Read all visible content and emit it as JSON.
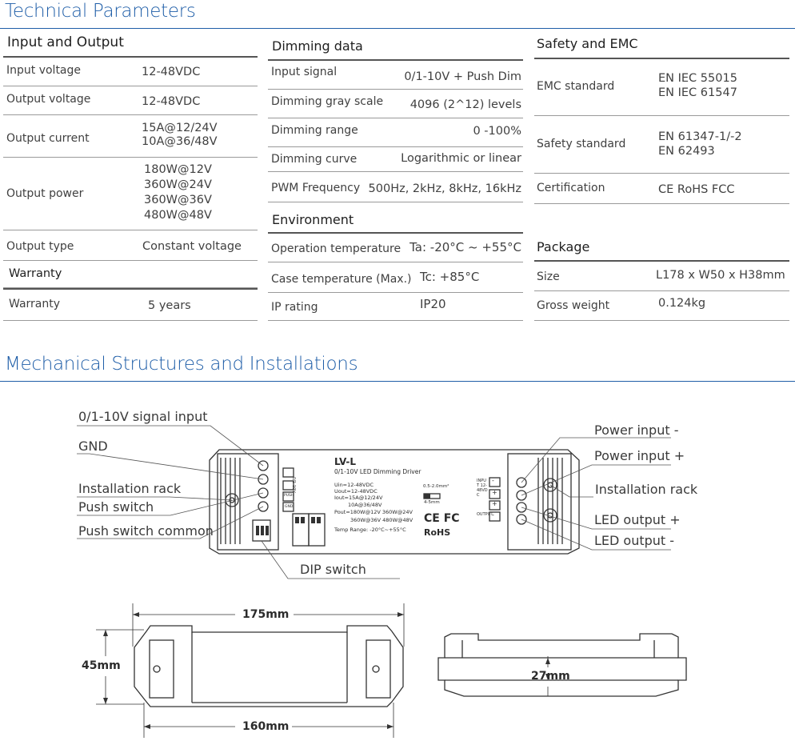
{
  "sections": {
    "technical": "Technical Parameters",
    "mechanical": "Mechanical Structures and Installations"
  },
  "io": {
    "header": "Input and Output",
    "rows": [
      {
        "label": "Input voltage",
        "value": [
          "12-48VDC"
        ]
      },
      {
        "label": "Output voltage",
        "value": [
          "12-48VDC"
        ]
      },
      {
        "label": "Output current",
        "value": [
          "15A@12/24V",
          "10A@36/48V"
        ]
      },
      {
        "label": "Output power",
        "value": [
          "180W@12V",
          "360W@24V",
          "360W@36V",
          "480W@48V"
        ]
      },
      {
        "label": "Output type",
        "value": [
          "Constant voltage"
        ]
      }
    ],
    "warranty_header": "Warranty",
    "warranty_label": "Warranty",
    "warranty_value": "5 years"
  },
  "dimming": {
    "header": "Dimming data",
    "rows": [
      {
        "label": "Input signal",
        "value": "0/1-10V + Push Dim"
      },
      {
        "label": "Dimming gray scale",
        "value": "4096 (2^12) levels"
      },
      {
        "label": "Dimming range",
        "value": "0 -100%"
      },
      {
        "label": "Dimming curve",
        "value": "Logarithmic or linear"
      },
      {
        "label": "PWM Frequency",
        "value": "500Hz, 2kHz, 8kHz, 16kHz"
      }
    ]
  },
  "environment": {
    "header": "Environment",
    "rows": [
      {
        "label": "Operation temperature",
        "value": "Ta: -20°C ~ +55°C"
      },
      {
        "label": "Case temperature (Max.)",
        "value": "Tc: +85°C"
      },
      {
        "label": "IP rating",
        "value": "IP20"
      }
    ]
  },
  "safety": {
    "header": "Safety and EMC",
    "rows": [
      {
        "label": "EMC standard",
        "value": [
          "EN IEC 55015",
          "EN IEC 61547"
        ]
      },
      {
        "label": "Safety standard",
        "value": [
          "EN 61347-1/-2",
          "EN 62493"
        ]
      },
      {
        "label": "Certification",
        "value": [
          "CE RoHS FCC"
        ]
      }
    ]
  },
  "package": {
    "header": "Package",
    "rows": [
      {
        "label": "Size",
        "value": "L178 x W50 x H38mm"
      },
      {
        "label": "Gross weight",
        "value": "0.124kg"
      }
    ]
  },
  "callouts": {
    "left": [
      "0/1-10V signal input",
      "GND",
      "Installation rack",
      "Push switch",
      "Push switch common"
    ],
    "bottom": "DIP switch",
    "right": [
      "Power input -",
      "Power input +",
      "Installation rack",
      "LED output +",
      "LED output -"
    ]
  },
  "device": {
    "model": "LV-L",
    "subtitle": "0/1-10V LED Dimming Driver",
    "specs": [
      "Uin=12-48VDC",
      "Uout=12-48VDC",
      "Iout=15A@12/24V",
      "10A@36/48V",
      "Pout=180W@12V  360W@24V",
      "360W@36V  480W@48V",
      "Temp Range: -20°C~+55°C"
    ],
    "wire_gauge": "0.5-2.0mm²",
    "strip_length": "4-5mm",
    "marks": "CE FC",
    "rohs": "RoHS",
    "left_terminal_labels": [
      "0/1-10V",
      "PUSH",
      "GND"
    ],
    "right_terminal_labels": [
      "-",
      "+",
      "+",
      "-"
    ],
    "input_label": "INPUT 12-48VDC",
    "output_label": "OUTPUT"
  },
  "dimensions": {
    "length_total": "175mm",
    "length_mount": "160mm",
    "width": "45mm",
    "height": "27mm"
  }
}
